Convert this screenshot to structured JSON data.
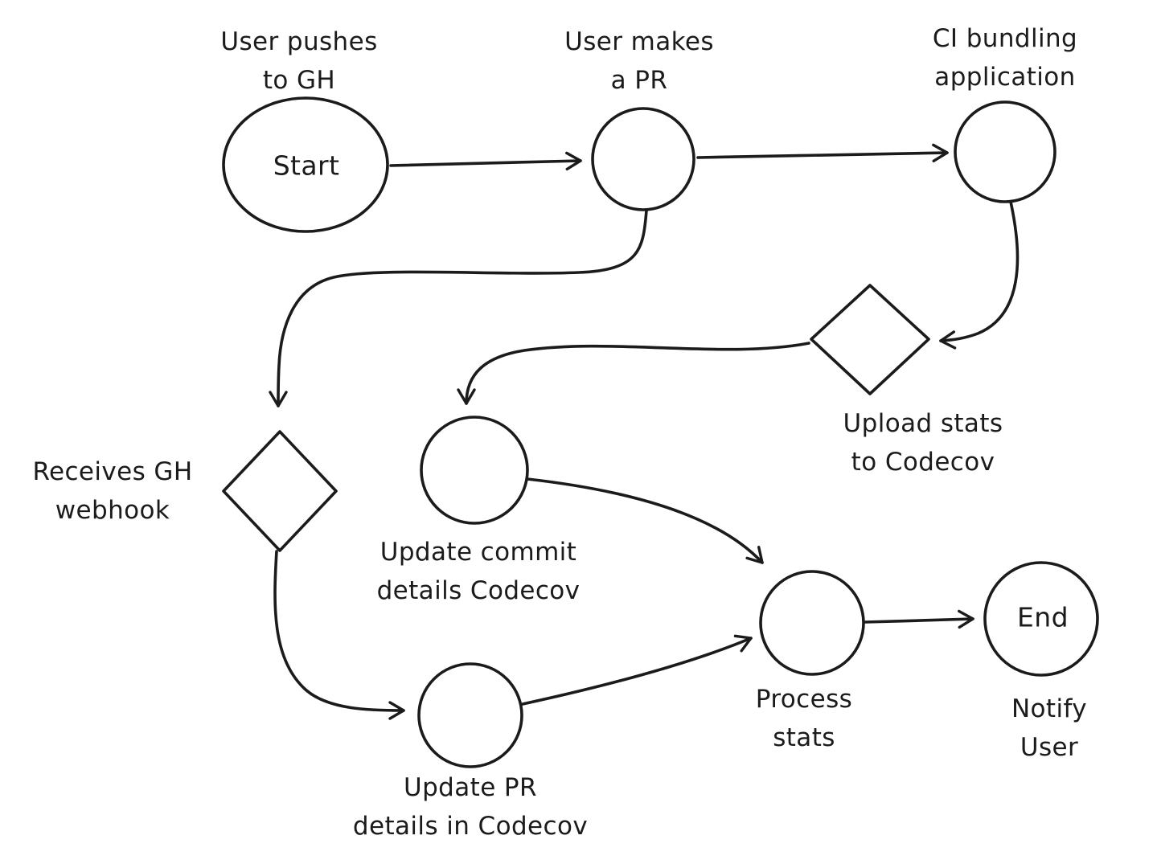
{
  "diagram": {
    "type": "flowchart",
    "background_color": "#ffffff",
    "stroke_color": "#1b1b1b",
    "nodes": {
      "start": {
        "shape": "ellipse",
        "text": "Start",
        "label": "User pushes\nto GH"
      },
      "user_makes_pr": {
        "shape": "circle",
        "label": "User makes\na PR"
      },
      "ci_bundling": {
        "shape": "circle",
        "label": "CI bundling\napplication"
      },
      "upload_stats": {
        "shape": "diamond",
        "label": "Upload stats\nto Codecov"
      },
      "receives_webhook": {
        "shape": "diamond",
        "label": "Receives GH\nwebhook"
      },
      "update_commit": {
        "shape": "circle",
        "label": "Update commit\ndetails Codecov"
      },
      "update_pr": {
        "shape": "circle",
        "label": "Update PR\ndetails in Codecov"
      },
      "process_stats": {
        "shape": "circle",
        "label": "Process\nstats"
      },
      "end": {
        "shape": "circle",
        "text": "End",
        "label": "Notify User"
      }
    },
    "edges": [
      {
        "from": "start",
        "to": "user_makes_pr"
      },
      {
        "from": "user_makes_pr",
        "to": "ci_bundling"
      },
      {
        "from": "ci_bundling",
        "to": "upload_stats"
      },
      {
        "from": "upload_stats",
        "to": "update_commit"
      },
      {
        "from": "user_makes_pr",
        "to": "receives_webhook"
      },
      {
        "from": "receives_webhook",
        "to": "update_pr"
      },
      {
        "from": "update_commit",
        "to": "process_stats"
      },
      {
        "from": "update_pr",
        "to": "process_stats"
      },
      {
        "from": "process_stats",
        "to": "end"
      }
    ]
  }
}
